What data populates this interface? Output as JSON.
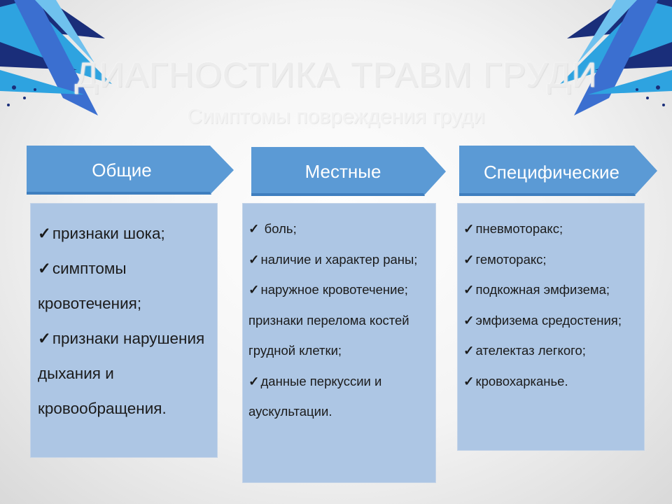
{
  "title": "ДИАГНОСТИКА ТРАВМ ГРУДИ",
  "subtitle": "Симптомы повреждения груди",
  "check_icon": "✓",
  "colors": {
    "arrow_fill": "#5b9ad5",
    "box_fill": "#adc6e4",
    "decor_dark": "#1a2e7a",
    "decor_light": "#2ea3e0"
  },
  "columns": [
    {
      "header": "Общие",
      "items": [
        "признаки шока;",
        "симптомы кровотечения;",
        "признаки нарушения дыхания и кровообращения."
      ]
    },
    {
      "header": "Местные",
      "items": [
        " боль;",
        "наличие и характер раны;",
        "наружное кровотечение; признаки перелома костей грудной клетки;",
        "данные перкуссии и аускультации."
      ]
    },
    {
      "header": "Специфические",
      "items": [
        "пневмоторакс;",
        "гемоторакс;",
        "подкожная эмфизема;",
        "эмфизема средостения;",
        "ателектаз легкого;",
        "кровохарканье."
      ]
    }
  ]
}
